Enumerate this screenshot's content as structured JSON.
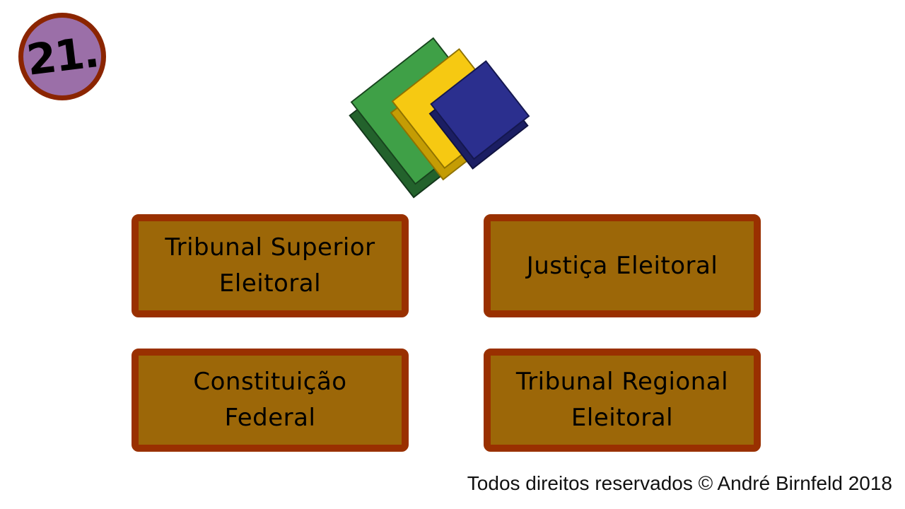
{
  "question": {
    "number": "21."
  },
  "logo": {
    "name": "Justiça Eleitoral ballot-box logo"
  },
  "answers": [
    {
      "id": "tribunal-superior-eleitoral",
      "label": "Tribunal Superior Eleitoral"
    },
    {
      "id": "justica-eleitoral",
      "label": "Justiça Eleitoral"
    },
    {
      "id": "constituicao-federal",
      "label": "Constituição Federal"
    },
    {
      "id": "tribunal-regional-eleitoral",
      "label": "Tribunal Regional Eleitoral"
    }
  ],
  "footer": {
    "text": "Todos direitos reservados © André Birnfeld 2018"
  },
  "colors": {
    "button_fill": "#9c6708",
    "button_border": "#993000",
    "badge_fill": "#9b6fa8",
    "badge_border": "#8b2500",
    "logo_green": "#3fa047",
    "logo_green_dark": "#23622c",
    "logo_yellow": "#f6c912",
    "logo_yellow_dark": "#c49c04",
    "logo_blue": "#2b2f8e",
    "logo_blue_dark": "#1b1e63"
  }
}
